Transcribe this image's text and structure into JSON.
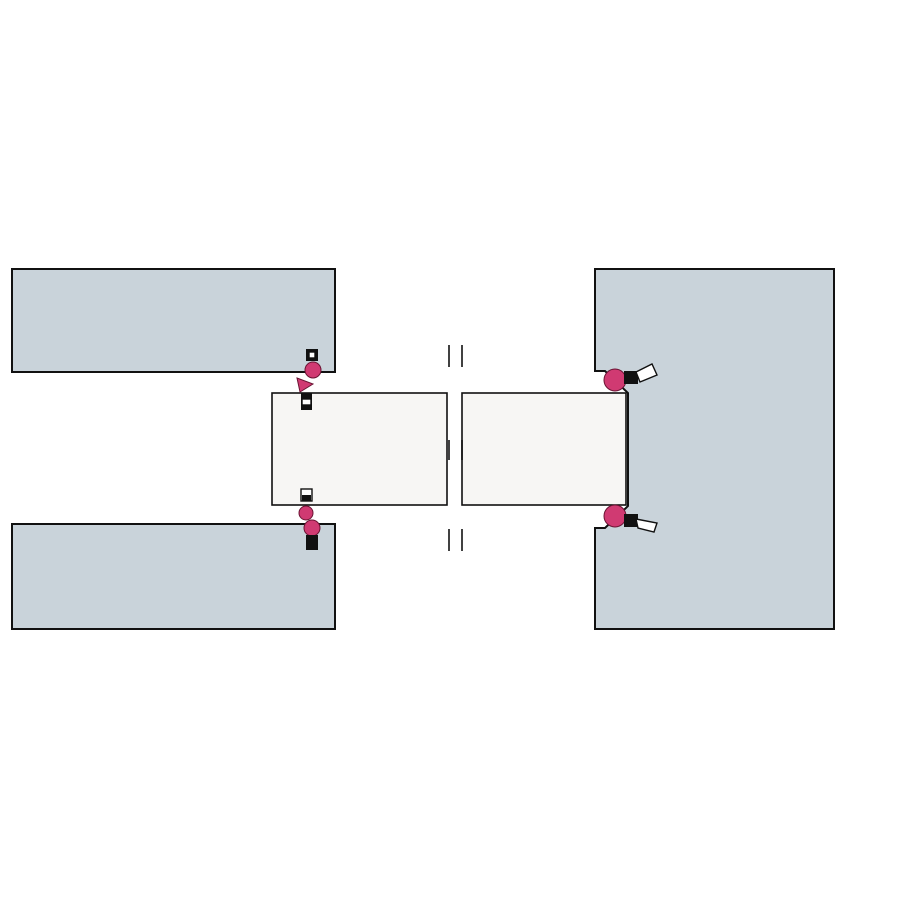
{
  "colors": {
    "background": "#ffffff",
    "block_fill": "#c9d3da",
    "pipe_fill": "#f7f6f4",
    "outline": "#111111",
    "seal_red": "#d03a72",
    "seal_black": "#111111",
    "seal_white": "#ffffff"
  },
  "parts": {
    "left_upper_block": "block",
    "left_lower_block": "block",
    "right_block": "block",
    "pipe_left_segment": "pipe",
    "pipe_right_segment": "pipe",
    "break_marks": "break-lines",
    "seals": [
      "seal-top-left",
      "seal-bottom-left",
      "seal-top-right",
      "seal-bottom-right"
    ]
  }
}
